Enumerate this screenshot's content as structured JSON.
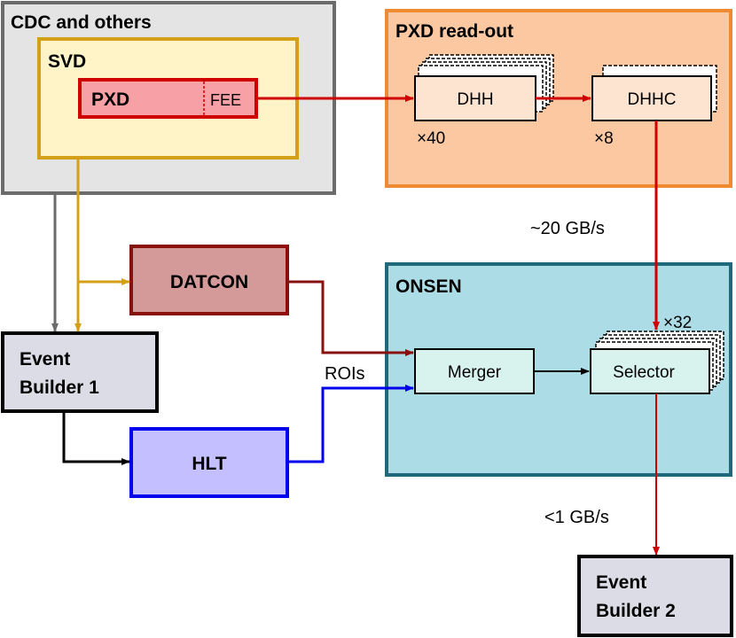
{
  "colors": {
    "gray_box": "#6b6b6b",
    "svd_border": "#d4a017",
    "pxd_red": "#d00000",
    "orange_border": "#f08a30",
    "teal_border": "#1e6a7a",
    "datcon_border": "#8a1010",
    "blue": "#0000ee"
  },
  "labels": {
    "cdc": "CDC and others",
    "svd": "SVD",
    "pxd": "PXD",
    "fee": "FEE",
    "pxd_readout": "PXD read-out",
    "dhh": "DHH",
    "dhh_count": "×40",
    "dhhc": "DHHC",
    "dhhc_count": "×8",
    "rate_20": "~20 GB/s",
    "datcon": "DATCON",
    "onsen": "ONSEN",
    "selector_count": "×32",
    "merger": "Merger",
    "selector": "Selector",
    "rois": "ROIs",
    "eb1_line1": "Event",
    "eb1_line2": "Builder 1",
    "hlt": "HLT",
    "rate_1": "<1 GB/s",
    "eb2_line1": "Event",
    "eb2_line2": "Builder 2"
  }
}
